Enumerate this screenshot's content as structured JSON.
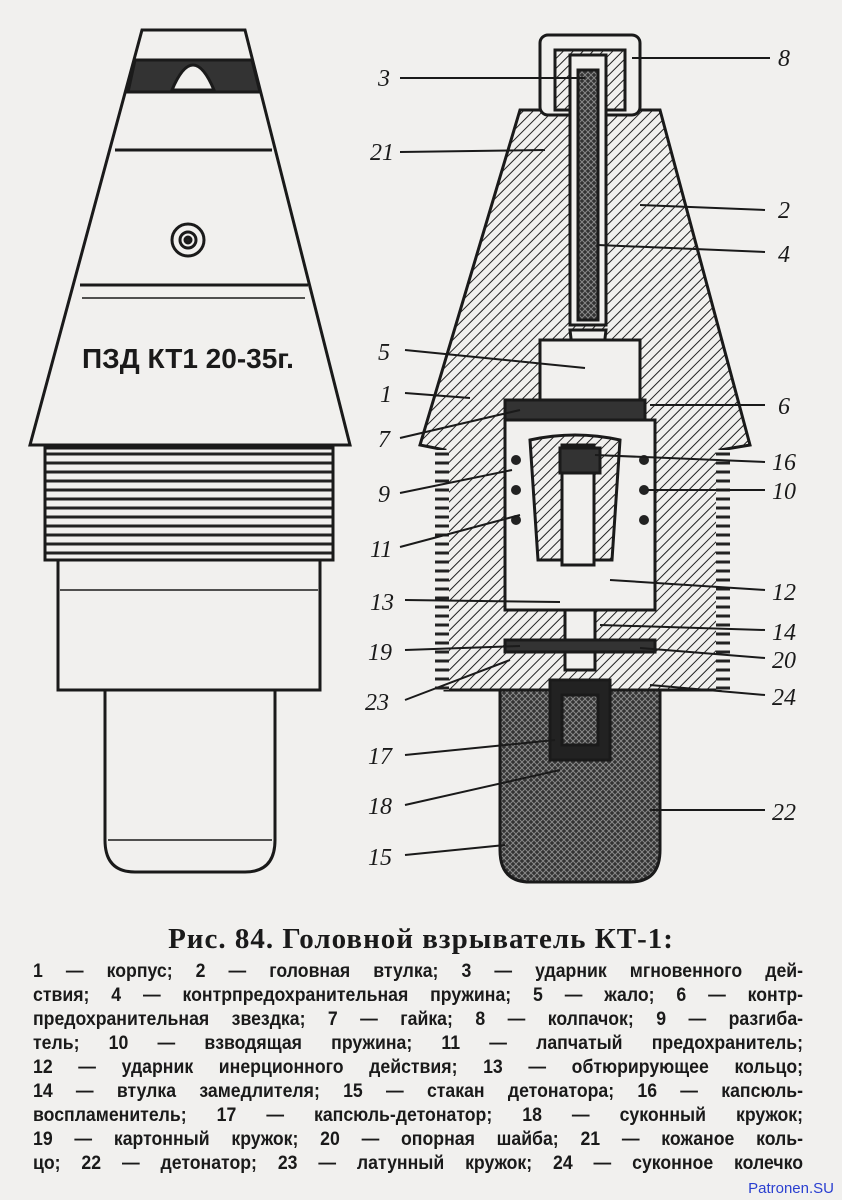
{
  "figure": {
    "exterior_marking": "ПЗД КТ1   20-35г.",
    "callouts_left": [
      "3",
      "21",
      "5",
      "1",
      "7",
      "9",
      "11",
      "13",
      "19",
      "23",
      "17",
      "18",
      "15"
    ],
    "callouts_right": [
      "8",
      "2",
      "4",
      "6",
      "16",
      "10",
      "12",
      "14",
      "20",
      "24",
      "22"
    ]
  },
  "caption": {
    "title": "Рис. 84. Головной взрыватель КТ-1:",
    "lines": [
      "1 — корпус; 2 — головная втулка; 3 — ударник мгновенного дей-",
      "ствия; 4 — контрпредохранительная пружина; 5 — жало; 6 — контр-",
      "предохранительная звездка; 7 — гайка; 8 — колпачок; 9 — разгиба-",
      "тель; 10 — взводящая пружина; 11 — лапчатый предохранитель;",
      "12 — ударник инерционного действия; 13 — обтюрирующее кольцо;",
      "14 — втулка замедлителя; 15 — стакан детонатора; 16 — капсюль-",
      "воспламенитель; 17 — капсюль-детонатор; 18 — суконный кружок;",
      "19 — картонный кружок; 20 — опорная шайба; 21 — кожаное коль-",
      "цо; 22 — детонатор; 23 — латунный кружок; 24 — суконное колечко"
    ]
  },
  "watermark": "Patronen.SU"
}
